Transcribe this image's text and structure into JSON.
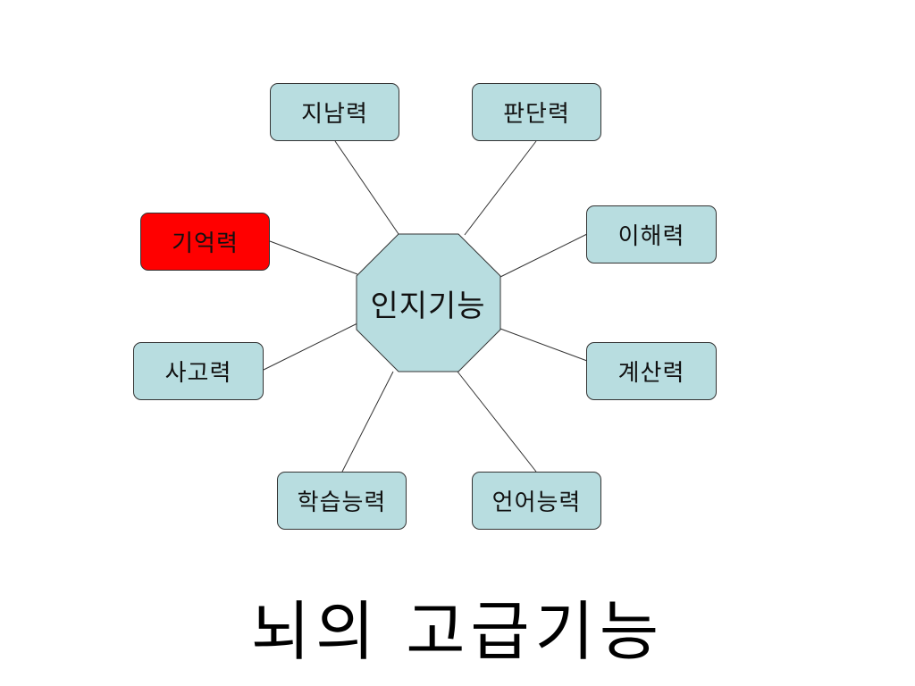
{
  "title": "뇌의 고급기능",
  "center": {
    "label": "인지기능",
    "fill": "#b8dde0"
  },
  "nodes": {
    "top_left": "지남력",
    "top_right": "판단력",
    "left_upper": "기억력",
    "right_upper": "이해력",
    "left_lower": "사고력",
    "right_lower": "계산력",
    "bottom_left": "학습능력",
    "bottom_right": "언어능력"
  },
  "colors": {
    "node_fill": "#b8dde0",
    "highlight_fill": "#ff0000",
    "border": "#333333"
  }
}
